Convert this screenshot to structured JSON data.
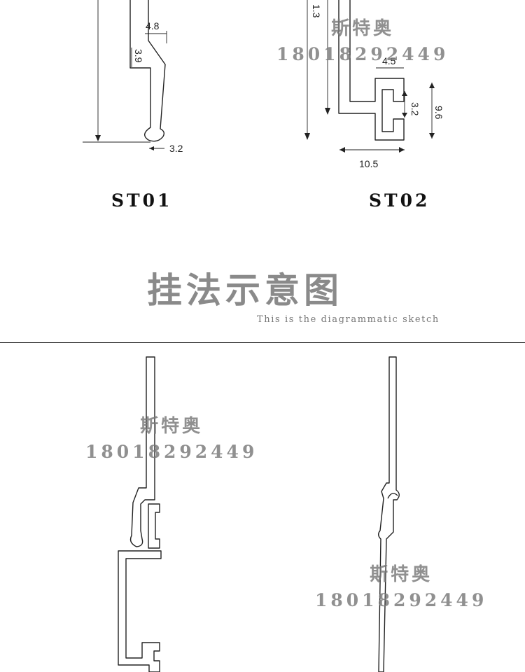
{
  "profiles": [
    {
      "code": "ST01",
      "dimensions": [
        "4.8",
        "3.9",
        "3.2"
      ]
    },
    {
      "code": "ST02",
      "dimensions": [
        "1.3",
        "4.5",
        "3.2",
        "9.6",
        "10.5"
      ]
    }
  ],
  "section": {
    "title_cn": "挂法示意图",
    "subtitle_en": "This is the diagrammatic sketch"
  },
  "watermark": {
    "name": "斯特奥",
    "phone": "18018292449"
  }
}
